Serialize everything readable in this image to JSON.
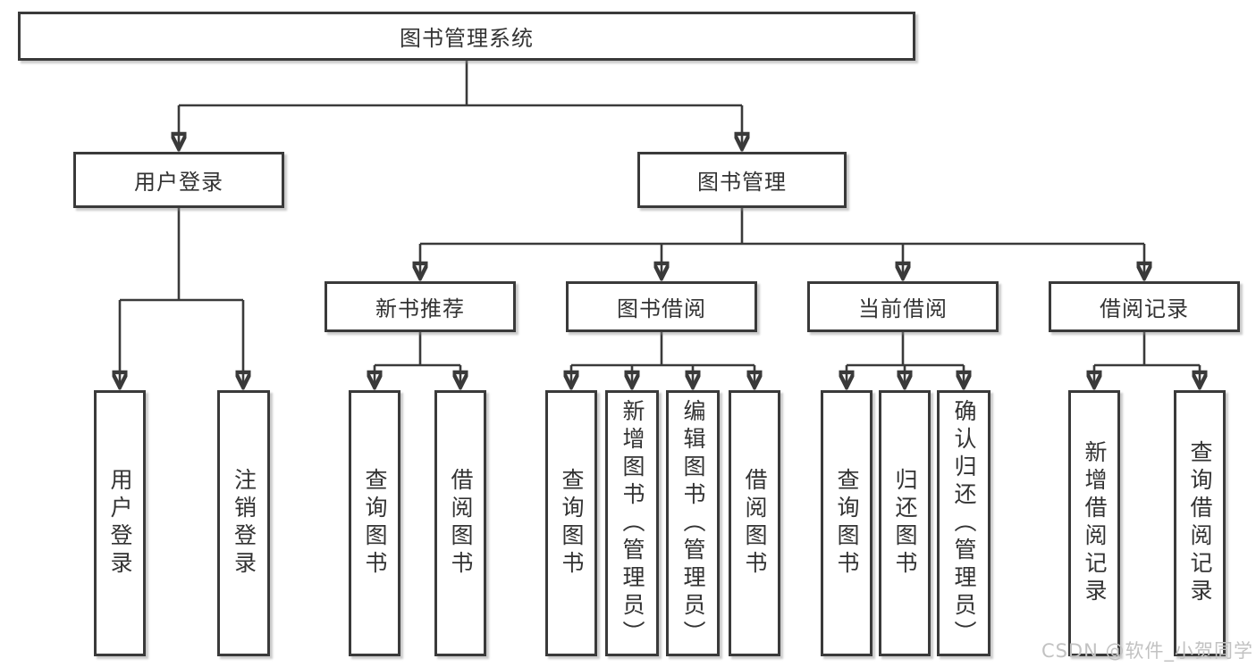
{
  "diagram": {
    "root": {
      "label": "图书管理系统"
    },
    "level2": [
      {
        "label": "用户登录",
        "children": [
          {
            "label": "用户登录"
          },
          {
            "label": "注销登录"
          }
        ]
      },
      {
        "label": "图书管理",
        "children": [
          {
            "label": "新书推荐",
            "children": [
              {
                "label": "查询图书"
              },
              {
                "label": "借阅图书"
              }
            ]
          },
          {
            "label": "图书借阅",
            "children": [
              {
                "label": "查询图书"
              },
              {
                "label": "新增图书（管理员）"
              },
              {
                "label": "编辑图书（管理员）"
              },
              {
                "label": "借阅图书"
              }
            ]
          },
          {
            "label": "当前借阅",
            "children": [
              {
                "label": "查询图书"
              },
              {
                "label": "归还图书"
              },
              {
                "label": "确认归还（管理员）"
              }
            ]
          },
          {
            "label": "借阅记录",
            "children": [
              {
                "label": "新增借阅记录"
              },
              {
                "label": "查询借阅记录"
              }
            ]
          }
        ]
      }
    ]
  },
  "watermark": {
    "text": "CSDN @软件_小贺同学"
  },
  "colors": {
    "line": "#3a3a3a",
    "box_border": "#3a3a3a",
    "text": "#333333",
    "watermark": "#c2c2c2",
    "background": "#ffffff"
  }
}
